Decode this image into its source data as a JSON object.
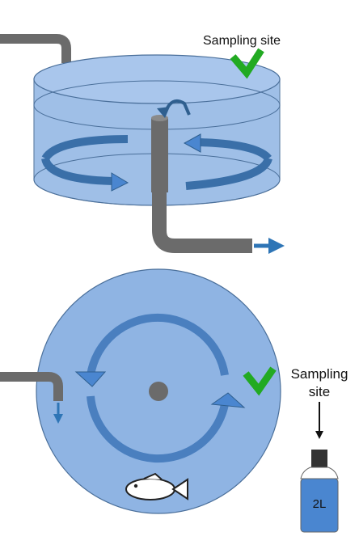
{
  "labels": {
    "sampling_site_top": "Sampling site",
    "sampling_site_right_line1": "Sampling",
    "sampling_site_right_line2": "site",
    "bottle_volume": "2L"
  },
  "colors": {
    "water": "#8fb4e3",
    "water_light": "#a9c6ec",
    "tank_stroke": "#4a6f9a",
    "pipe": "#6b6b6b",
    "flow_arrow": "#2e75b6",
    "flow_arrow_dark": "#2f5f8f",
    "check": "#22aa22",
    "bottle_body": "#4a86d0",
    "bottle_cap": "#333333"
  },
  "icons": [
    "check-icon",
    "fish-icon",
    "bottle-icon",
    "arrow-down-icon",
    "arrow-right-icon",
    "circular-flow-icon"
  ]
}
